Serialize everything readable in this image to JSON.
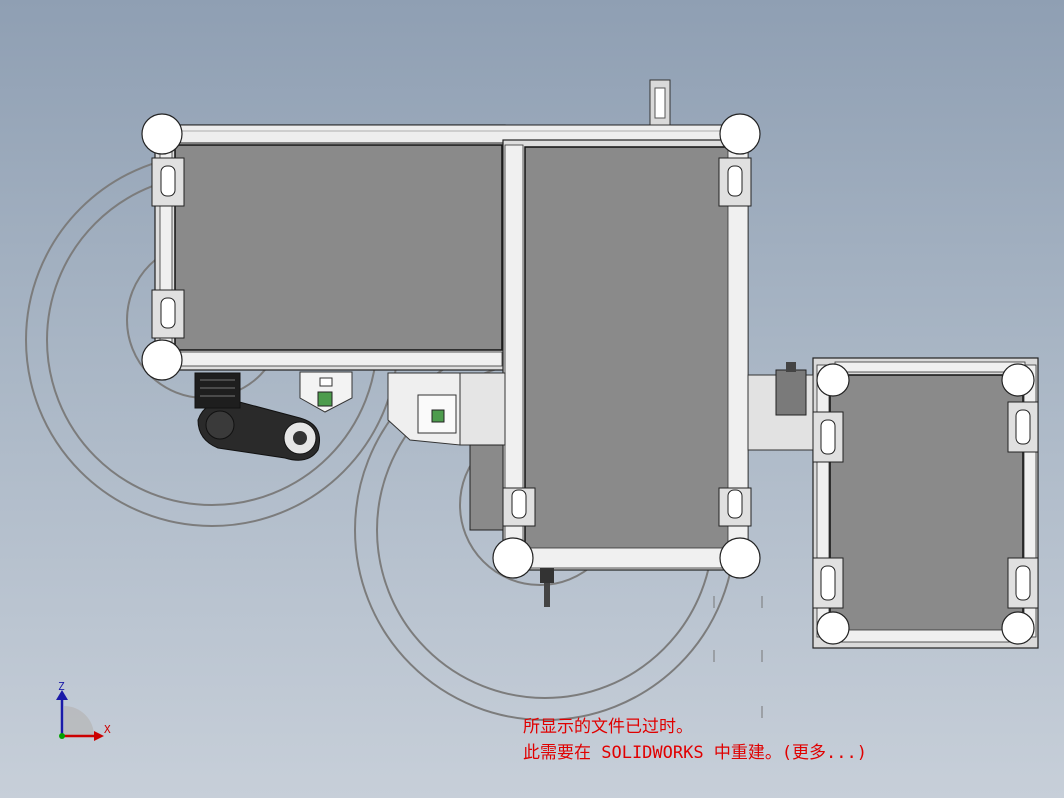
{
  "triad": {
    "z_label": "Z",
    "x_label": "X"
  },
  "rebuild_notice": {
    "line1": "所显示的文件已过时。",
    "line2": "此需要在 SOLIDWORKS 中重建。(更多...)"
  },
  "colors": {
    "background_top": "#8f9fb3",
    "background_bottom": "#c7cfd9",
    "panel_gray": "#8a8a8a",
    "frame_light": "#e6e6e6",
    "outline": "#222222",
    "notice_red": "#e00000",
    "axis_blue": "#1a1aa8",
    "axis_red": "#cc0000",
    "axis_green": "#00a000"
  }
}
